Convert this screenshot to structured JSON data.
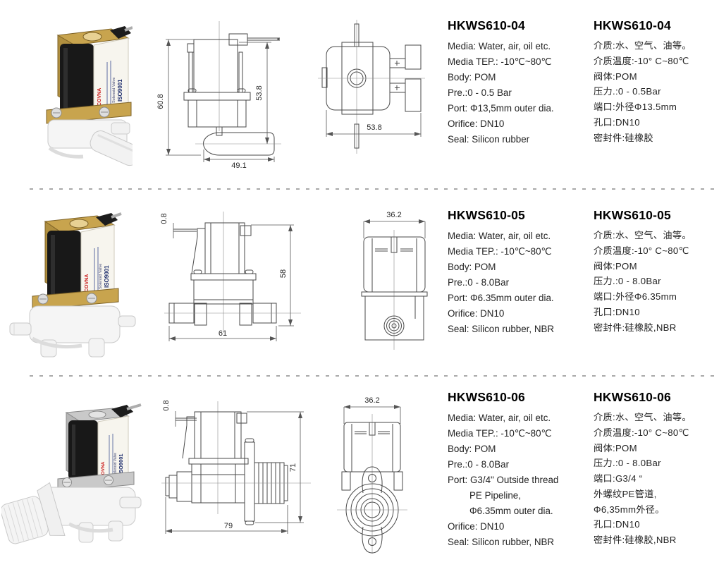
{
  "page": {
    "divider_color": "#a9a9a9"
  },
  "photo_label": {
    "brand": "COVNA",
    "cert": "ISO9001",
    "type": "Solenoid Valve"
  },
  "products": [
    {
      "title": "HKWS610-04",
      "en": [
        "Media: Water, air, oil etc.",
        "Media TEP.: -10℃~80℃",
        "Body: POM",
        "Pre.:0 - 0.5 Bar",
        "Port: Φ13,5mm outer dia.",
        "Orifice: DN10",
        "Seal: Silicon rubber"
      ],
      "zh": [
        "介质:水、空气、油等。",
        "介质温度:-10° C~80℃",
        "阀体:POM",
        "压力.:0 - 0.5Bar",
        "端口:外径Φ13.5mm",
        "孔口:DN10",
        "密封件:硅橡胶"
      ],
      "dims": {
        "side_left": "60.8",
        "side_right": "53.8",
        "side_bottom": "49.1",
        "front_bottom": "53.8"
      }
    },
    {
      "title": "HKWS610-05",
      "en": [
        "Media: Water, air, oil etc.",
        "Media TEP.: -10℃~80℃",
        "Body: POM",
        "Pre.:0 - 8.0Bar",
        "Port: Φ6.35mm outer dia.",
        "Orifice: DN10",
        "Seal: Silicon rubber, NBR"
      ],
      "zh": [
        "介质:水、空气、油等。",
        "介质温度:-10° C~80℃",
        "阀体:POM",
        "压力.:0 - 8.0Bar",
        "端口:外径Φ6.35mm",
        "孔口:DN10",
        "密封件:硅橡胶,NBR"
      ],
      "dims": {
        "side_pin": "0.8",
        "side_right": "58",
        "side_bottom": "61",
        "front_top": "36.2"
      }
    },
    {
      "title": "HKWS610-06",
      "en": [
        "Media: Water, air, oil etc.",
        "Media TEP.: -10℃~80℃",
        "Body: POM",
        "Pre.:0 - 8.0Bar",
        "Port: G3/4\" Outside thread",
        "PE Pipeline,",
        "Φ6.35mm outer dia.",
        "Orifice: DN10",
        "Seal: Silicon rubber, NBR"
      ],
      "zh": [
        "介质:水、空气、油等。",
        "介质温度:-10° C~80℃",
        "阀体:POM",
        "压力.:0 - 8.0Bar",
        "端口:G3/4 “",
        "外螺纹PE管道,",
        "Φ6,35mm外径。",
        "孔口:DN10",
        "密封件:硅橡胶,NBR"
      ],
      "dims": {
        "side_pin": "0.8",
        "side_right": "71",
        "side_bottom": "79",
        "front_top": "36.2"
      }
    }
  ]
}
